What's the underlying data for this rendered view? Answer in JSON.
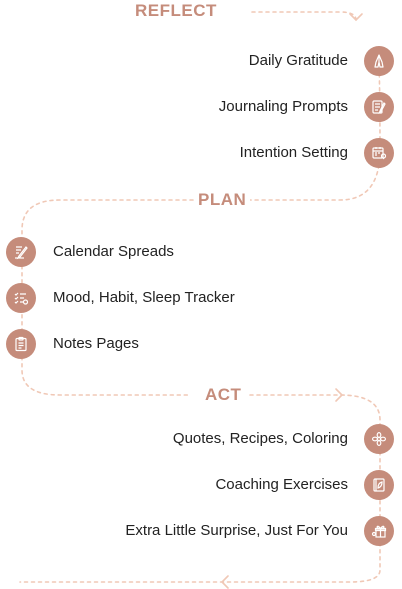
{
  "colors": {
    "accent": "#c58c7b",
    "path": "#f0c8b6",
    "text": "#222222"
  },
  "sections": {
    "reflect": "REFLECT",
    "plan": "PLAN",
    "act": "ACT"
  },
  "reflect_items": [
    {
      "label": "Daily Gratitude",
      "icon": "praying-hands-icon"
    },
    {
      "label": "Journaling Prompts",
      "icon": "notebook-pen-icon"
    },
    {
      "label": "Intention Setting",
      "icon": "calendar-lightbulb-icon"
    }
  ],
  "plan_items": [
    {
      "label": "Calendar Spreads",
      "icon": "pencil-page-icon"
    },
    {
      "label": "Mood, Habit, Sleep Tracker",
      "icon": "checklist-icon"
    },
    {
      "label": "Notes Pages",
      "icon": "clipboard-icon"
    }
  ],
  "act_items": [
    {
      "label": "Quotes, Recipes, Coloring",
      "icon": "flower-icon"
    },
    {
      "label": "Coaching Exercises",
      "icon": "notebook-leaf-icon"
    },
    {
      "label": "Extra Little Surprise, Just For You",
      "icon": "gift-icon"
    }
  ]
}
